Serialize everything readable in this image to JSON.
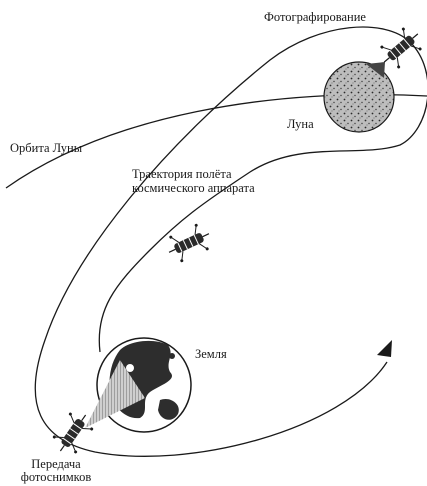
{
  "labels": {
    "photographing": "Фотографирование",
    "moon_orbit": "Орбита Луны",
    "moon": "Луна",
    "trajectory_line1": "Траектория полёта",
    "trajectory_line2": "космического аппарата",
    "earth": "Земля",
    "transmission_line1": "Передача",
    "transmission_line2": "фотоснимков"
  },
  "colors": {
    "ink": "#1a1a1a",
    "background": "#ffffff"
  },
  "icons": [
    "spacecraft-icon",
    "moon-body",
    "earth-globe",
    "direction-arrow"
  ]
}
